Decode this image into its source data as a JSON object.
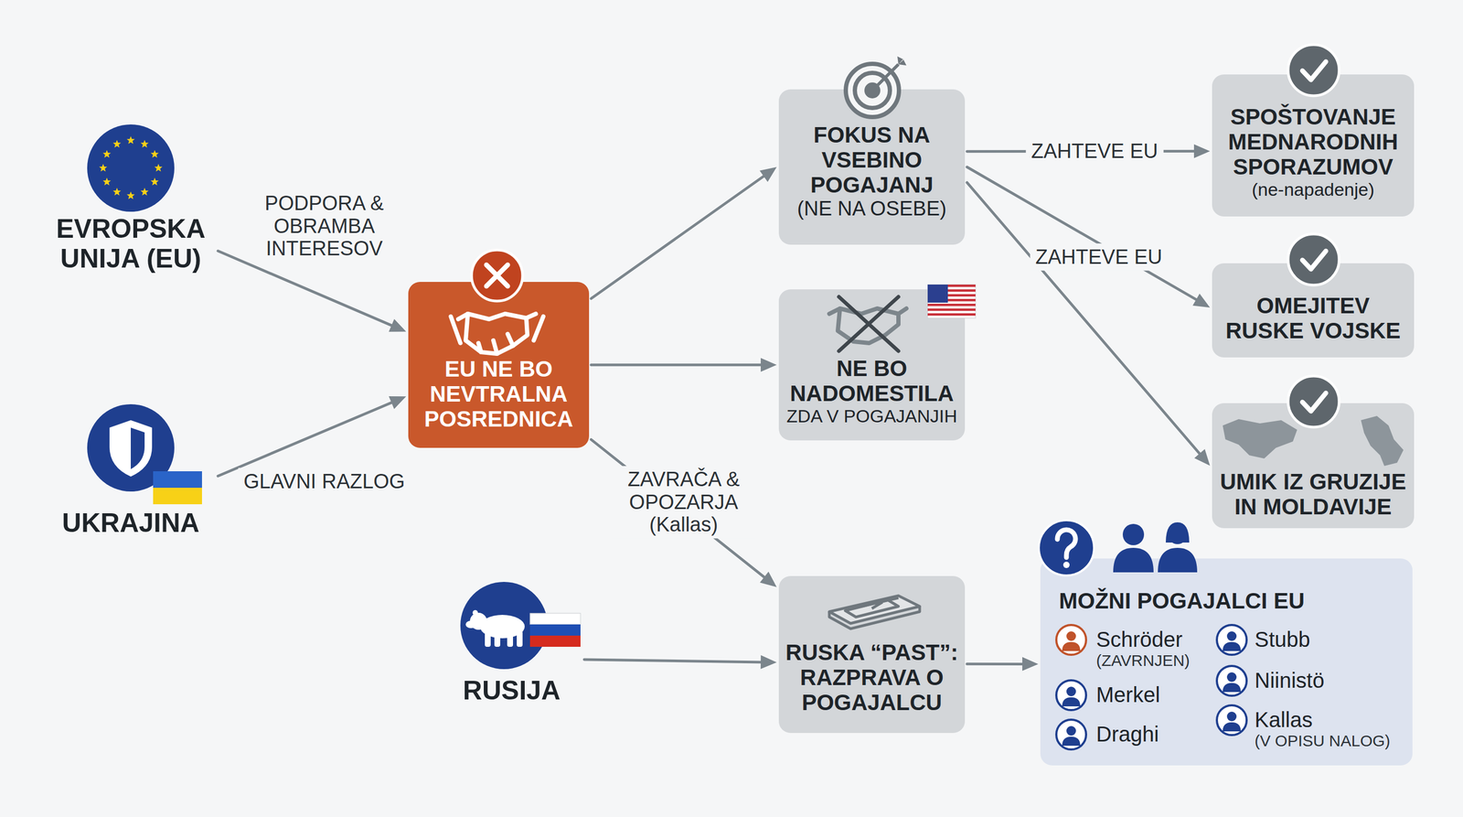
{
  "diagram": {
    "nodes": [
      {
        "text": [
          "EVROPSKA UNIJA (EU)"
        ]
      },
      {
        "text": [
          "UKRAJINA"
        ]
      },
      {
        "text": [
          "EU NE BO NEVTRALNA POSREDNICA"
        ]
      },
      {
        "text": [
          "FOKUS NA VSEBINO POGAJANJ",
          "(NE NA OSEBE)"
        ]
      },
      {
        "text": [
          "NE BO NADOMESTILA",
          "ZDA V POGAJANJIH"
        ]
      },
      {
        "text": [
          "RUSIJA"
        ]
      },
      {
        "text": [
          "RUSKA “PAST”: RAZPRAVA O POGAJALCU"
        ]
      },
      {
        "text": [
          "SPOŠTOVANJE MEDNARODNIH SPORAZUMOV",
          "(ne-napadenje)"
        ]
      },
      {
        "text": [
          "OMEJITEV RUSKE VOJSKE"
        ]
      },
      {
        "text": [
          "UMIK IZ GRUZIJE IN MOLDAVIJE"
        ]
      },
      {
        "text": [
          "MOŽNI POGAJALCI EU"
        ]
      },
      {
        "text": [
          "Schröder",
          "(ZAVRNJEN)"
        ],
        "in": 10
      },
      {
        "text": [
          "Stubb"
        ],
        "in": 10
      },
      {
        "text": [
          "Merkel"
        ],
        "in": 10
      },
      {
        "text": [
          "Niinistö"
        ],
        "in": 10
      },
      {
        "text": [
          "Draghi"
        ],
        "in": 10
      },
      {
        "text": [
          "Kallas",
          "(V OPISU NALOG)"
        ],
        "in": 10
      }
    ],
    "edges": [
      {
        "from": 0,
        "to": 2,
        "label": "PODPORA & OBRAMBA INTERESOV",
        "arrow": "to"
      },
      {
        "from": 1,
        "to": 2,
        "label": "GLAVNI RAZLOG",
        "arrow": "to"
      },
      {
        "from": 2,
        "to": 3,
        "arrow": "to"
      },
      {
        "from": 2,
        "to": 4,
        "arrow": "to"
      },
      {
        "from": 2,
        "to": 6,
        "label": "ZAVRAČA & OPOZARJA (Kallas)",
        "arrow": "to"
      },
      {
        "from": 5,
        "to": 6,
        "arrow": "to"
      },
      {
        "from": 3,
        "to": 7,
        "label": "ZAHTEVE EU",
        "arrow": "to"
      },
      {
        "from": 3,
        "to": 8,
        "label": "ZAHTEVE EU",
        "arrow": "to"
      },
      {
        "from": 3,
        "to": 9,
        "arrow": "to"
      },
      {
        "from": 6,
        "to": 10,
        "arrow": "to"
      }
    ]
  }
}
